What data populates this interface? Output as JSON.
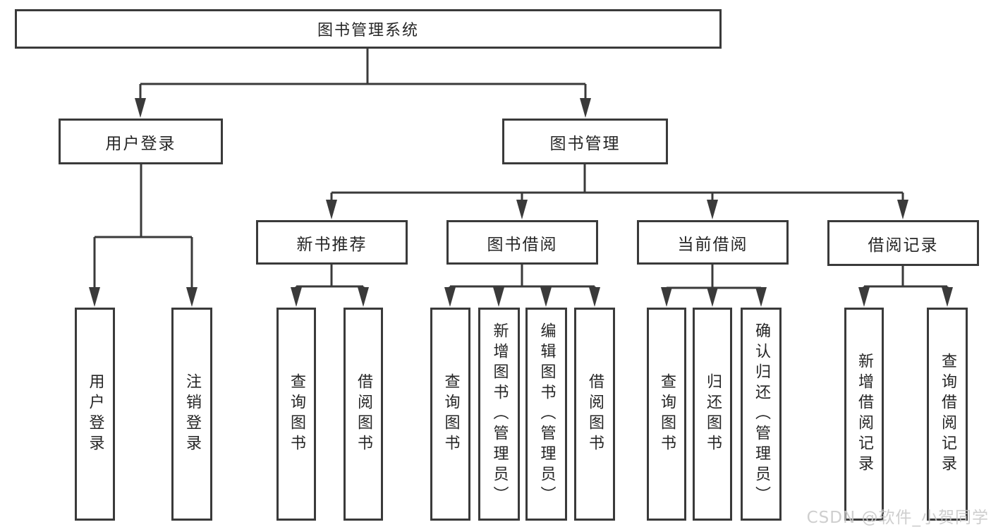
{
  "nodes": {
    "root": {
      "label": "图书管理系统"
    },
    "level2": [
      {
        "label": "用户登录"
      },
      {
        "label": "图书管理"
      }
    ],
    "level3": [
      {
        "label": "新书推荐",
        "parent": "图书管理"
      },
      {
        "label": "图书借阅",
        "parent": "图书管理"
      },
      {
        "label": "当前借阅",
        "parent": "图书管理"
      },
      {
        "label": "借阅记录",
        "parent": "图书管理"
      }
    ],
    "leaves": [
      {
        "label": "用户登录",
        "parent": "用户登录"
      },
      {
        "label": "注销登录",
        "parent": "用户登录"
      },
      {
        "label": "查询图书",
        "parent": "新书推荐"
      },
      {
        "label": "借阅图书",
        "parent": "新书推荐"
      },
      {
        "label": "查询图书",
        "parent": "图书借阅"
      },
      {
        "label": "新增图书（管理员）",
        "parent": "图书借阅"
      },
      {
        "label": "编辑图书（管理员）",
        "parent": "图书借阅"
      },
      {
        "label": "借阅图书",
        "parent": "图书借阅"
      },
      {
        "label": "查询图书",
        "parent": "当前借阅"
      },
      {
        "label": "归还图书",
        "parent": "当前借阅"
      },
      {
        "label": "确认归还（管理员）",
        "parent": "当前借阅"
      },
      {
        "label": "新增借阅记录",
        "parent": "借阅记录"
      },
      {
        "label": "查询借阅记录",
        "parent": "借阅记录"
      }
    ]
  },
  "watermark": {
    "text": "CSDN @软件_小贺同学"
  },
  "colors": {
    "line": "#3a3a3a",
    "text": "#262626",
    "box_background": "#ffffff",
    "page_background": "#ffffff",
    "watermark": "#c8c8c8"
  }
}
